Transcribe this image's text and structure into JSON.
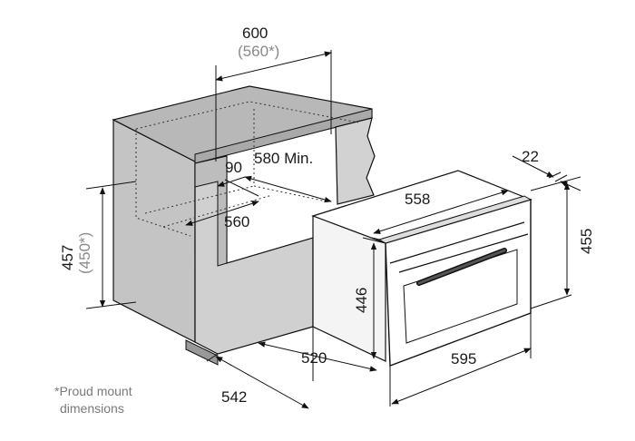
{
  "dimensions": {
    "cabinet_width": "600",
    "cabinet_width_alt": "(560*)",
    "opening_depth": "580 Min.",
    "opening_gap": "90",
    "opening_width": "560",
    "cabinet_height": "457",
    "cabinet_height_alt": "(450*)",
    "cabinet_depth": "542",
    "oven_base_depth": "520",
    "oven_width_top": "558",
    "oven_height_front": "446",
    "oven_width_front": "595",
    "oven_height_total": "455",
    "fascia_depth": "22"
  },
  "footnote": {
    "line1": "*Proud mount",
    "line2": "dimensions"
  },
  "colors": {
    "cabinet_front": "#c8c8c8",
    "cabinet_top": "#b4b4b4",
    "cabinet_side": "#d6d6d6",
    "oven_body": "#ffffff",
    "lines": "#111111",
    "footnote_text": "#7a7a7a"
  }
}
